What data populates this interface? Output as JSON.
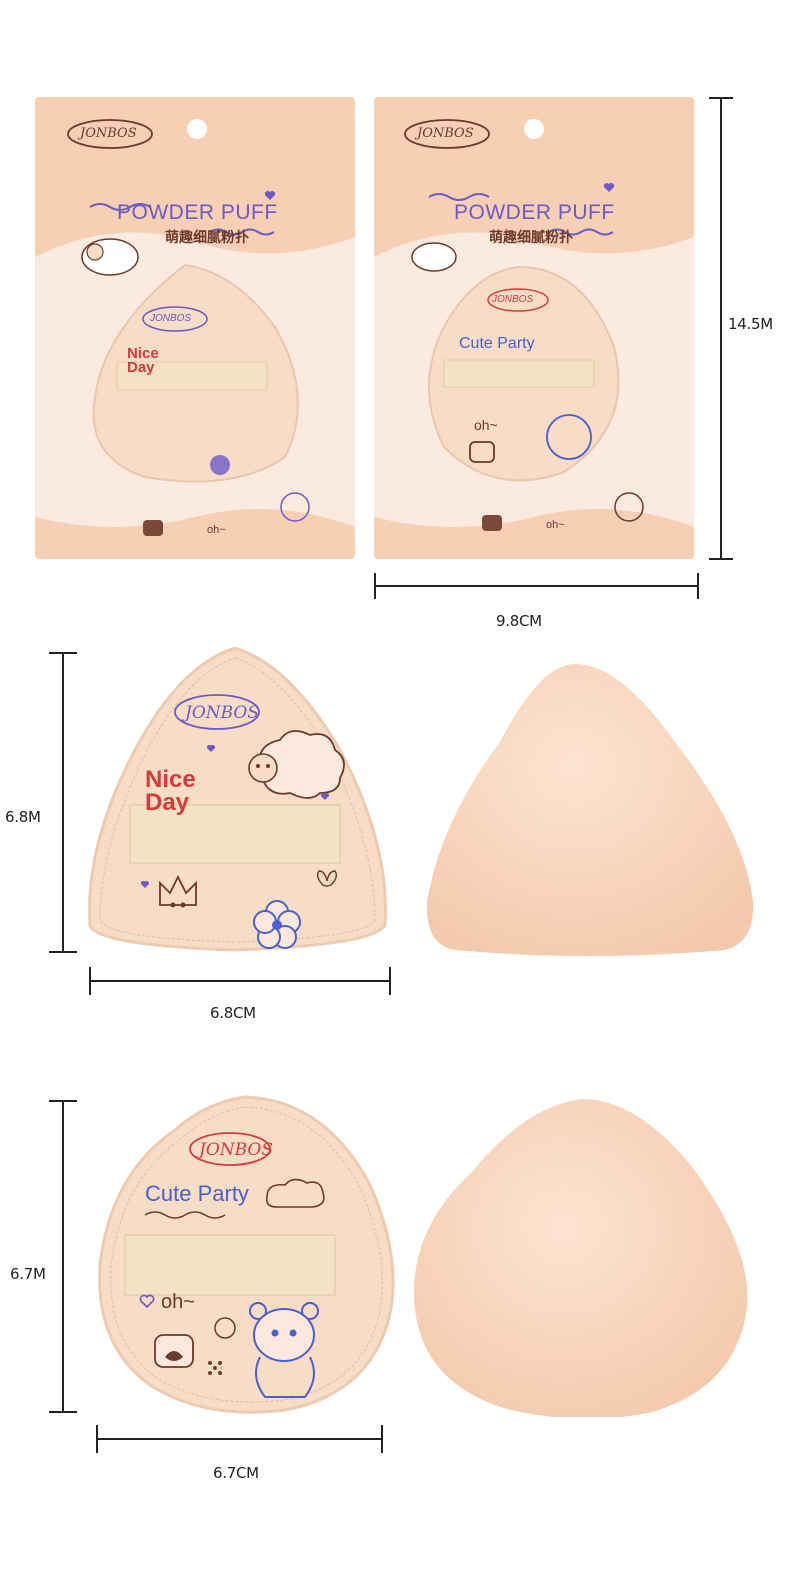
{
  "colors": {
    "pack_bg": "#f6cfb4",
    "pack_window": "#fbe9de",
    "puff_beige": "#f7dcc6",
    "sponge": "#f7d2ba",
    "ribbon": "#f3e3c4",
    "ink_purple": "#6b5ac8",
    "ink_brown": "#6b3a2a",
    "ink_red": "#d63a3a",
    "ink_blue": "#4a5fd0"
  },
  "packages": [
    {
      "brand": "JONBOS",
      "title": "POWDER PUFF",
      "subtitle_cn": "萌趣细腻粉扑",
      "puff_text": "Nice Day",
      "footer_text": "oh~"
    },
    {
      "brand": "JONBOS",
      "title": "POWDER PUFF",
      "subtitle_cn": "萌趣细腻粉扑",
      "puff_text": "Cute Party",
      "puff_text2": "oh~",
      "footer_text": "oh~"
    }
  ],
  "puffs": [
    {
      "brand": "JONBOS",
      "text": "Nice Day"
    },
    {
      "brand": "JONBOS",
      "text": "Cute Party",
      "text2": "oh~"
    }
  ],
  "dimensions": {
    "pack_height": "14.5M",
    "pack_width": "9.8CM",
    "puff1_height": "6.8M",
    "puff1_width": "6.8CM",
    "puff2_height": "6.7M",
    "puff2_width": "6.7CM"
  }
}
